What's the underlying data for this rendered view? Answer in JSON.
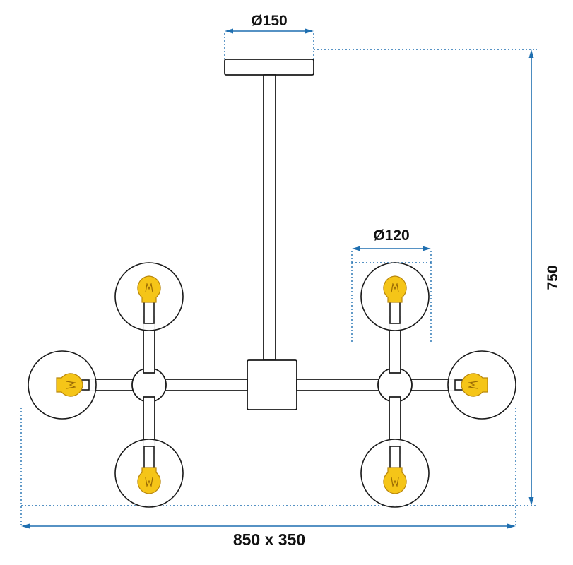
{
  "diagram": {
    "title": "Ceiling lamp technical dimension drawing",
    "colors": {
      "outline": "#1a1a1a",
      "fill": "#ffffff",
      "dimension": "#1f6fb0",
      "bulb_glass": "#f5c518",
      "bulb_filament": "#c8961a",
      "fixture_fill": "#fefefe"
    },
    "dimensions": {
      "canopy_diameter": "Ø150",
      "globe_diameter": "Ø120",
      "height": "750",
      "footprint": "850 x 350"
    },
    "labels": {
      "canopy": "Ø150",
      "globe": "Ø120",
      "vertical": "750",
      "bottom": "850 x 350"
    },
    "arms": [
      {
        "name": "upper-left-globe"
      },
      {
        "name": "far-left-globe"
      },
      {
        "name": "lower-left-globe"
      },
      {
        "name": "upper-right-globe"
      },
      {
        "name": "far-right-globe"
      },
      {
        "name": "lower-right-globe"
      }
    ]
  }
}
